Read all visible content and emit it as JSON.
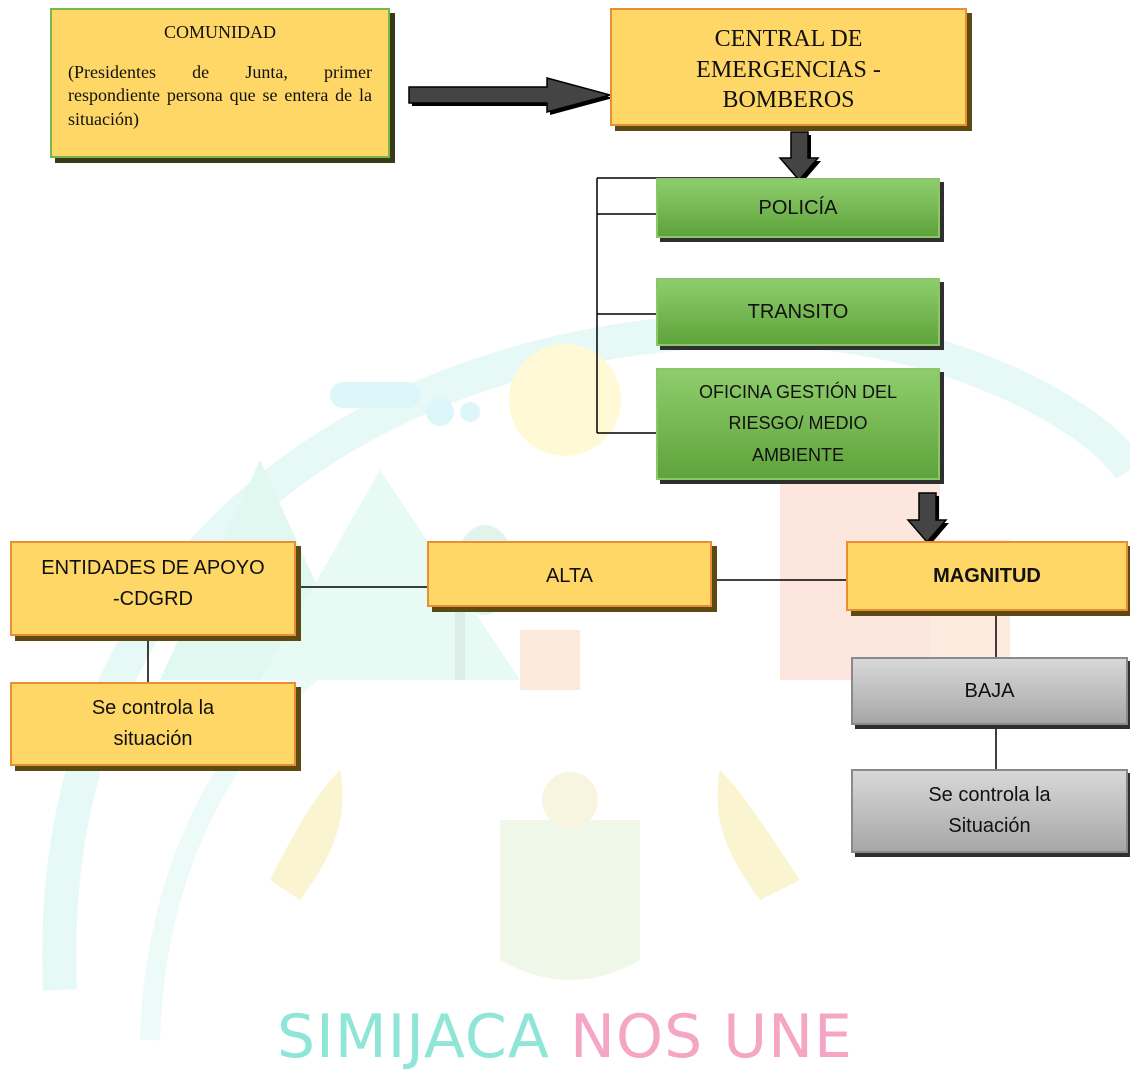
{
  "comunidad": {
    "title": "COMUNIDAD",
    "body": "(Presidentes de Junta, primer respondiente persona que se entera de la situación)"
  },
  "central": {
    "line1": "CENTRAL DE",
    "line2": "EMERGENCIAS -",
    "line3": "BOMBEROS"
  },
  "policia": "POLICÍA",
  "transito": "TRANSITO",
  "oficina": {
    "line1": "OFICINA GESTIÓN DEL",
    "line2": "RIESGO/ MEDIO",
    "line3": "AMBIENTE"
  },
  "magnitud": "MAGNITUD",
  "alta": "ALTA",
  "baja": "BAJA",
  "entidades": {
    "line1": "ENTIDADES DE APOYO",
    "line2": "-CDGRD"
  },
  "controla_left": {
    "line1": "Se controla la",
    "line2": "situación"
  },
  "controla_right": {
    "line1": "Se controla la",
    "line2": "Situación"
  },
  "watermark": {
    "word1": "SIMIJACA",
    "word2": "NOS UNE"
  },
  "colors": {
    "box_yellow": "#fed767",
    "box_green": "#6cb247",
    "box_gray": "#b9b9b9",
    "watermark_teal": "#8fe6d6",
    "watermark_pink": "#f5a6c4"
  }
}
